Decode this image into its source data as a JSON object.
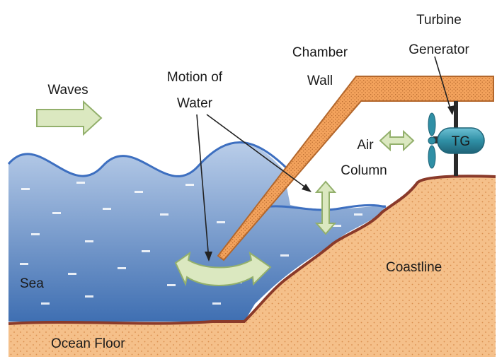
{
  "labels": {
    "turbine_line1": "Turbine",
    "turbine_line2": "Generator",
    "chamber_line1": "Chamber",
    "chamber_line2": "Wall",
    "motion_line1": "Motion of",
    "motion_line2": "Water",
    "waves": "Waves",
    "air_line1": "Air",
    "air_line2": "Column",
    "sea": "Sea",
    "coastline": "Coastline",
    "ocean_floor": "Ocean Floor",
    "tg": "TG"
  },
  "colors": {
    "water_top": "#b9cde9",
    "water_bottom": "#3f6fb2",
    "wave_line": "#3d6fc0",
    "land": "#f5c08a",
    "land_dot": "#d98e4e",
    "floor_line": "#8a3a2a",
    "wall_fill": "#f3a25c",
    "wall_stroke": "#b3672c",
    "arrow_fill": "#dbe8c0",
    "arrow_stroke": "#93b06c",
    "generator": "#2f8fa5",
    "generator_dark": "#1f6377"
  },
  "icons": {
    "waves_arrow": "right-arrow-icon",
    "air_arrow": "double-horizontal-arrow-icon",
    "water_arrow": "double-vertical-arrow-icon",
    "curved_arrow": "curved-double-arrow-icon",
    "turbine": "turbine-blade-icon"
  }
}
